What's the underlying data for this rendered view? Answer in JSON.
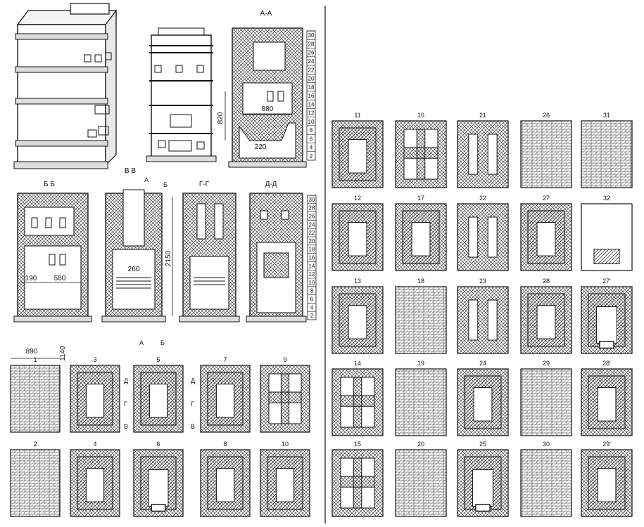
{
  "sections": {
    "aa": "А-А",
    "bb": "Б Б",
    "vv": "В В",
    "gg": "Г-Г",
    "dd": "Д-Д"
  },
  "course_scale": [
    "30",
    "28",
    "26",
    "24",
    "22",
    "20",
    "18",
    "16",
    "14",
    "12",
    "10",
    "8",
    "6",
    "4",
    "2"
  ],
  "dimensions": {
    "h_820": "820",
    "w_880": "880",
    "w_220": "220",
    "w_190": "190",
    "w_580": "580",
    "w_260": "260",
    "h_2150": "2150",
    "w_890": "890",
    "h_1140": "1140"
  },
  "cut_markers": {
    "a": "А",
    "b": "Б",
    "v": "В",
    "g": "Г",
    "d": "Д"
  },
  "left_plans": [
    {
      "label": "1"
    },
    {
      "label": "3"
    },
    {
      "label": "5"
    },
    {
      "label": "7"
    },
    {
      "label": "9"
    },
    {
      "label": "2"
    },
    {
      "label": "4"
    },
    {
      "label": "6"
    },
    {
      "label": "8"
    },
    {
      "label": "10"
    }
  ],
  "right_plans": [
    {
      "label": "11"
    },
    {
      "label": "16"
    },
    {
      "label": "21"
    },
    {
      "label": "26"
    },
    {
      "label": "31"
    },
    {
      "label": "12"
    },
    {
      "label": "17"
    },
    {
      "label": "22"
    },
    {
      "label": "27"
    },
    {
      "label": "32"
    },
    {
      "label": "13"
    },
    {
      "label": "18"
    },
    {
      "label": "23"
    },
    {
      "label": "28"
    },
    {
      "label": "27'"
    },
    {
      "label": "14"
    },
    {
      "label": "19"
    },
    {
      "label": "24"
    },
    {
      "label": "29"
    },
    {
      "label": "28'"
    },
    {
      "label": "15"
    },
    {
      "label": "20"
    },
    {
      "label": "25"
    },
    {
      "label": "30"
    },
    {
      "label": "29'"
    }
  ]
}
